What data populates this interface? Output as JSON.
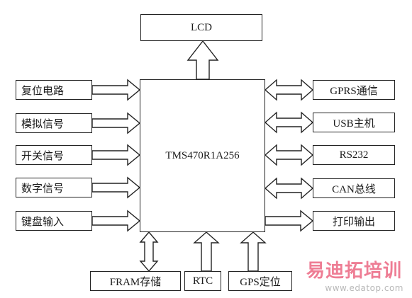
{
  "cpu": {
    "label": "TMS470R1A256"
  },
  "lcd": {
    "label": "LCD"
  },
  "left_inputs": [
    {
      "label": "复位电路"
    },
    {
      "label": "模拟信号"
    },
    {
      "label": "开关信号"
    },
    {
      "label": "数字信号"
    },
    {
      "label": "键盘输入"
    }
  ],
  "right_ports": [
    {
      "label": "GPRS通信",
      "direction": "bidirectional"
    },
    {
      "label": "USB主机",
      "direction": "bidirectional"
    },
    {
      "label": "RS232",
      "direction": "bidirectional"
    },
    {
      "label": "CAN总线",
      "direction": "bidirectional"
    },
    {
      "label": "打印输出",
      "direction": "output"
    }
  ],
  "bottom_blocks": [
    {
      "label": "FRAM存储",
      "direction": "bidirectional"
    },
    {
      "label": "RTC",
      "direction": "input"
    },
    {
      "label": "GPS定位",
      "direction": "input"
    }
  ],
  "watermark": {
    "brand": "易迪拓培训",
    "url": "www.edatop.com",
    "color": "#e84c6c"
  }
}
